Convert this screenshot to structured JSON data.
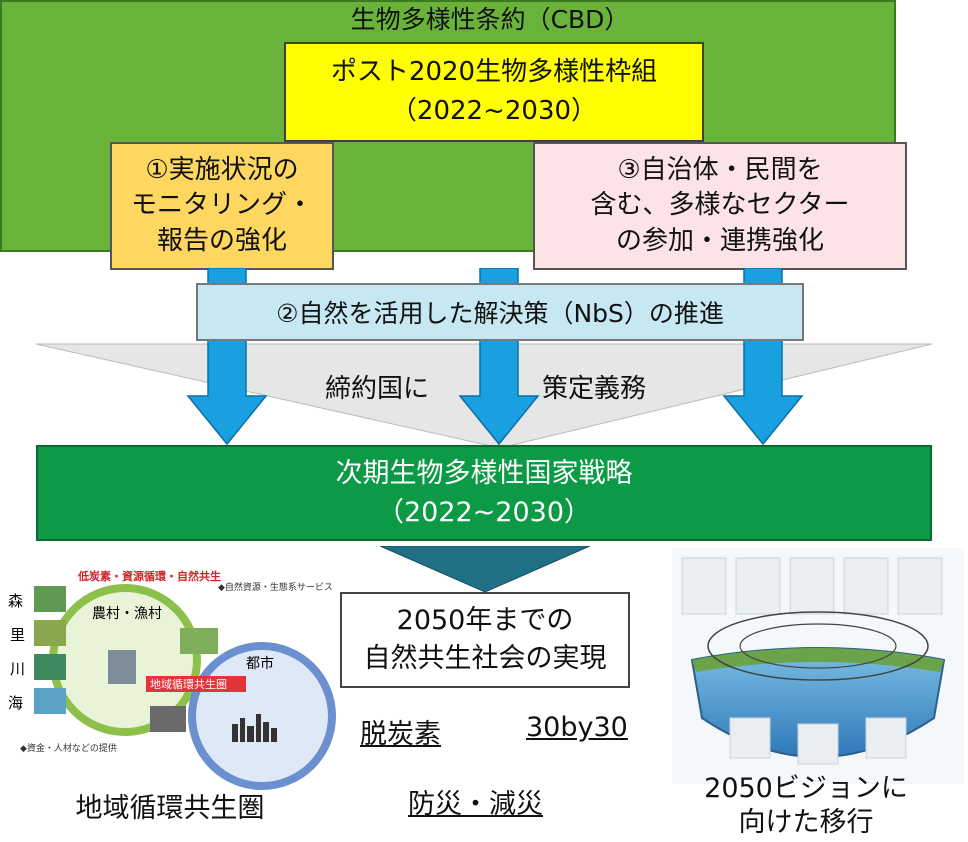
{
  "cbd_title": "生物多様性条約（CBD）",
  "framework": {
    "text": "ポスト2020生物多様性枠組\n（2022~2030）"
  },
  "pillars": {
    "monitoring": "①実施状況の\nモニタリング・\n報告の強化",
    "nbs": "②自然を活用した解決策（NbS）の推進",
    "participation": "③自治体・民間を\n含む、多様なセクター\nの参加・連携強化"
  },
  "obligation": {
    "left": "締約国に",
    "right": "策定義務"
  },
  "strategy": {
    "text": "次期生物多様性国家戦略\n（2022~2030）"
  },
  "goal": {
    "text": "2050年までの\n自然共生社会の実現"
  },
  "keywords": {
    "decarbon": "脱炭素",
    "thirty_by_thirty": "30by30",
    "disaster": "防災・減災"
  },
  "left_figure": {
    "caption": "地域循環共生圏",
    "header": "低炭素・資源循環・自然共生",
    "rural": "農村・漁村",
    "urban": "都市",
    "center_label": "地域循環共生圏",
    "side_labels": [
      "森",
      "里",
      "川",
      "海"
    ],
    "services": "◆自然資源・生態系サービス",
    "funding": "◆資金・人材などの提供"
  },
  "right_figure": {
    "caption": "2050ビジョンに\n向けた移行"
  },
  "colors": {
    "green_band": "#6ab33b",
    "strategy": "#0c9a46",
    "framework": "#ffff00",
    "arrow_blue": "#1a9fe0",
    "teal_arrow": "#1f6f85"
  }
}
